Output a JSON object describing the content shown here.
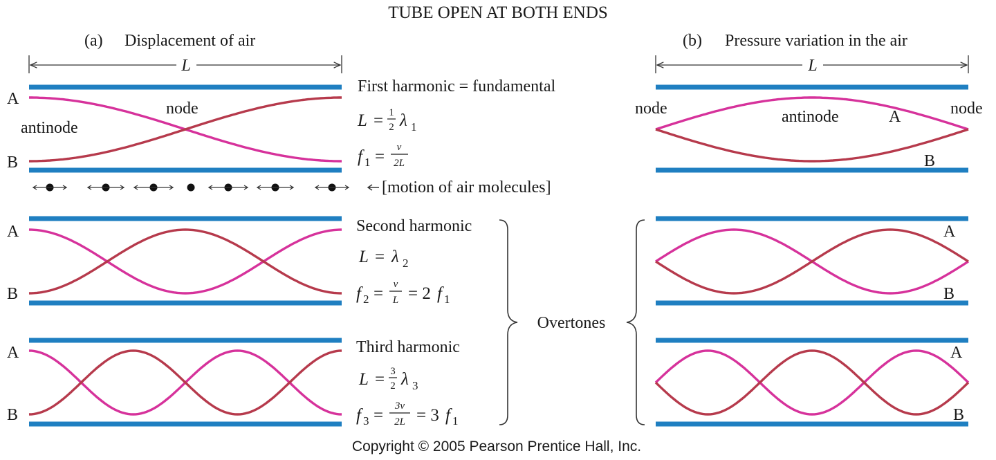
{
  "title": "TUBE OPEN AT BOTH ENDS",
  "panel_a": {
    "label": "(a)",
    "heading": "Displacement of air",
    "length": "L"
  },
  "panel_b": {
    "label": "(b)",
    "heading": "Pressure variation in the air",
    "length": "L"
  },
  "curve_labels": {
    "a": "A",
    "b": "B"
  },
  "first": {
    "heading": "First harmonic  =  fundamental",
    "node": "node",
    "antinode": "antinode",
    "motion_label": "[motion of air molecules]",
    "eq_L": {
      "lhs": "L",
      "eq": "=",
      "num": "1",
      "den": "2",
      "var": "λ",
      "sub": "1"
    },
    "eq_f": {
      "lhs": "f",
      "sub": "1",
      "eq": "=",
      "num": "v",
      "den": "2L"
    },
    "b_node_left": "node",
    "b_node_right": "node",
    "b_antinode": "antinode"
  },
  "second": {
    "heading": "Second harmonic",
    "eq_L": {
      "lhs": "L",
      "eq": "=",
      "var": "λ",
      "sub": "2"
    },
    "eq_f": {
      "lhs": "f",
      "sub": "2",
      "eq": "=",
      "num": "v",
      "den": "L",
      "rhs": "= 2",
      "rhs_var": "f",
      "rhs_sub": "1"
    }
  },
  "third": {
    "heading": "Third harmonic",
    "eq_L": {
      "lhs": "L",
      "eq": "=",
      "num": "3",
      "den": "2",
      "var": "λ",
      "sub": "3"
    },
    "eq_f": {
      "lhs": "f",
      "sub": "3",
      "eq": "=",
      "num": "3v",
      "den": "2L",
      "rhs": "= 3",
      "rhs_var": "f",
      "rhs_sub": "1"
    }
  },
  "overtones": "Overtones",
  "copyright": "Copyright © 2005 Pearson Prentice Hall, Inc.",
  "colors": {
    "tube": "#1f7fc1",
    "curve_a": "#d6329b",
    "curve_b": "#b63a4c"
  }
}
